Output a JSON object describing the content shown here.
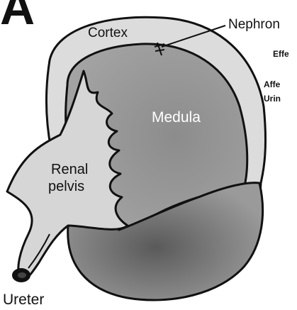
{
  "heading": "A",
  "labels": {
    "cortex": "Cortex",
    "nephron": "Nephron",
    "medula": "Medula",
    "renal_line1": "Renal",
    "renal_line2": "pelvis",
    "ureter": "Ureter"
  },
  "side_text": {
    "efferent": "Effe",
    "afferent": "Affe",
    "urine": "Urin"
  },
  "colors": {
    "cortex_fill": "#d9d9d9",
    "medulla_fill": "#9a9a9a",
    "pelvis_fill": "#d4d4d4",
    "lower_fill": "#8a8a8a",
    "outline": "#111111"
  }
}
